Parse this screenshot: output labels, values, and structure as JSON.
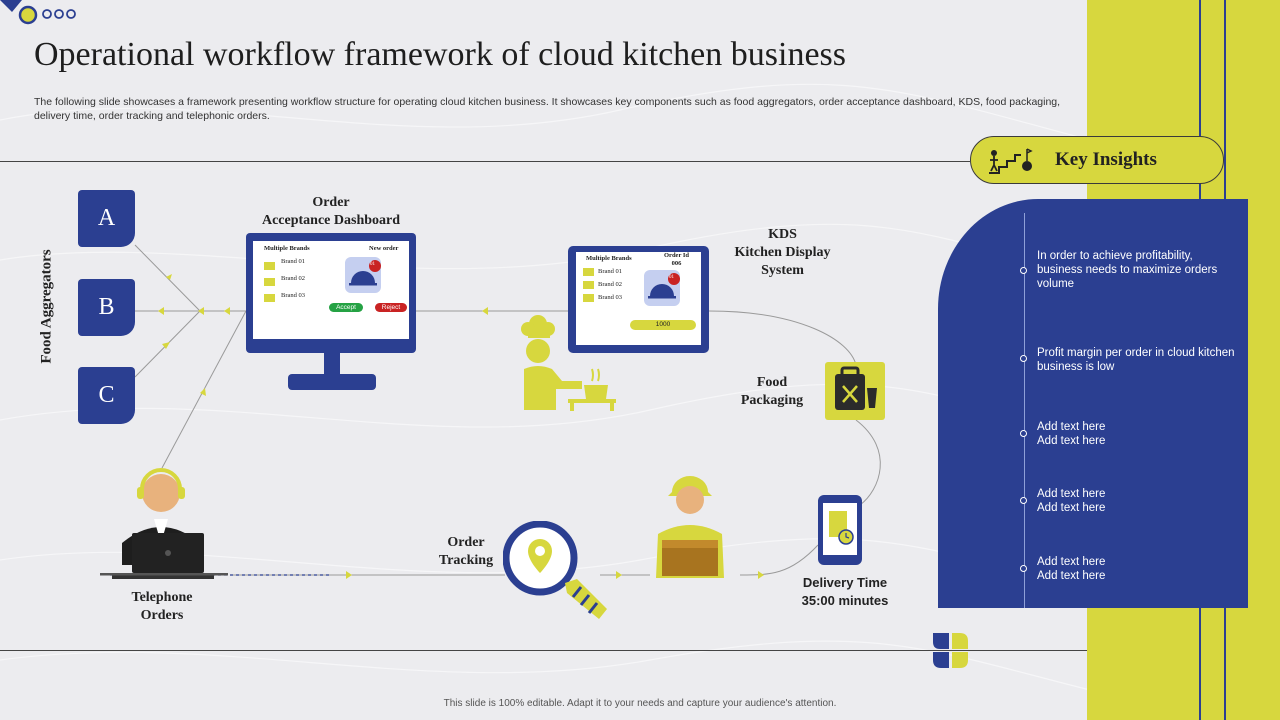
{
  "title": "Operational workflow framework of cloud kitchen business",
  "subtitle": "The following slide showcases a  framework presenting workflow structure for operating cloud kitchen business. It showcases key components such as food aggregators, order acceptance dashboard, KDS, food packaging, delivery time, order tracking and telephonic orders.",
  "food_aggregators": {
    "label": "Food Aggregators",
    "items": [
      "A",
      "B",
      "C"
    ]
  },
  "order_dashboard": {
    "label_line1": "Order",
    "label_line2": "Acceptance Dashboard",
    "screen_heading": "Multiple Brands",
    "new_order": "New order",
    "brands": [
      "Brand 01",
      "Brand 02",
      "Brand 03"
    ],
    "badge": "01",
    "accept": "Accept",
    "reject": "Reject"
  },
  "kds": {
    "label_line1": "KDS",
    "label_line2": "Kitchen Display",
    "label_line3": "System",
    "screen_heading": "Multiple Brands",
    "order_id_line1": "Order Id",
    "order_id_line2": "006",
    "brands": [
      "Brand 01",
      "Brand 02",
      "Brand 03"
    ],
    "badge": "01",
    "amount": "1000"
  },
  "food_packaging": {
    "line1": "Food",
    "line2": "Packaging"
  },
  "delivery_time": {
    "line1": "Delivery Time",
    "line2": "35:00 minutes"
  },
  "order_tracking": {
    "line1": "Order",
    "line2": "Tracking"
  },
  "telephone_orders": {
    "line1": "Telephone",
    "line2": "Orders"
  },
  "key_insights": {
    "title": "Key Insights",
    "items": [
      "In order to achieve profitability, business needs to maximize orders volume",
      "Profit margin per order in cloud kitchen business is low",
      "Add text here Add text here",
      "Add text here Add text here",
      "Add text here Add text here"
    ]
  },
  "footer": "This slide is 100% editable.  Adapt it to your needs and capture your audience's attention.",
  "colors": {
    "navy": "#2b3f91",
    "yellow": "#d7d73e",
    "background": "#ececef"
  },
  "icons": [
    "slide-dots-icon",
    "chef-icon",
    "food-packaging-icon",
    "delivery-man-icon",
    "mobile-phone-icon",
    "magnifier-location-icon",
    "call-center-agent-icon",
    "stairs-goal-icon",
    "leaf-logo-icon"
  ]
}
